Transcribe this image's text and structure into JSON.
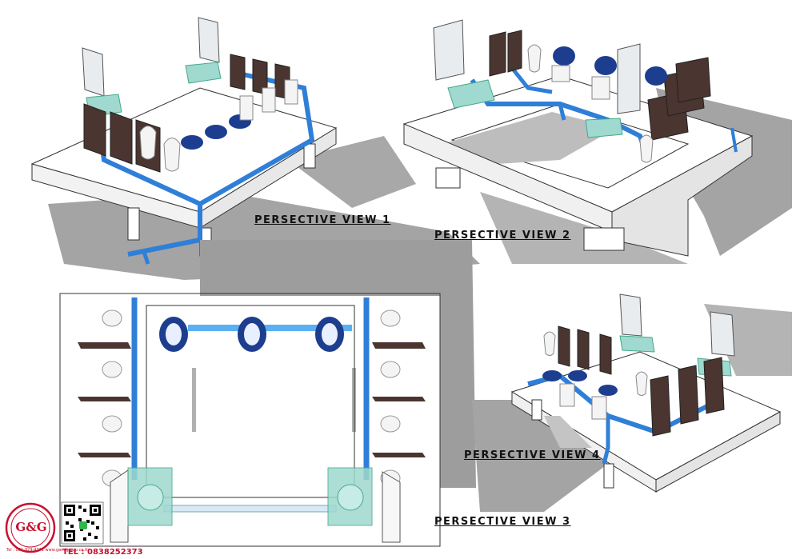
{
  "views": {
    "view1": "PERSECTIVE VIEW 1",
    "view2": "PERSECTIVE VIEW 2",
    "view3": "PERSECTIVE VIEW 3",
    "view4": "PERSECTIVE VIEW 4"
  },
  "branding": {
    "logo_text": "G&G",
    "contact_line": "Tel : 081-929-4771 www.gandgroup.co.th",
    "tel": "TEL : 0838252373"
  },
  "colors": {
    "pipe_blue": "#2f7fd8",
    "pipe_dark": "#1b5fb5",
    "panel_brown": "#4a3530",
    "slab_white": "#ffffff",
    "shadow_gray": "#9d9d9d",
    "glass": "#9fd9d0",
    "toilet_blue": "#1d3d8f",
    "brand_red": "#c8102e"
  }
}
